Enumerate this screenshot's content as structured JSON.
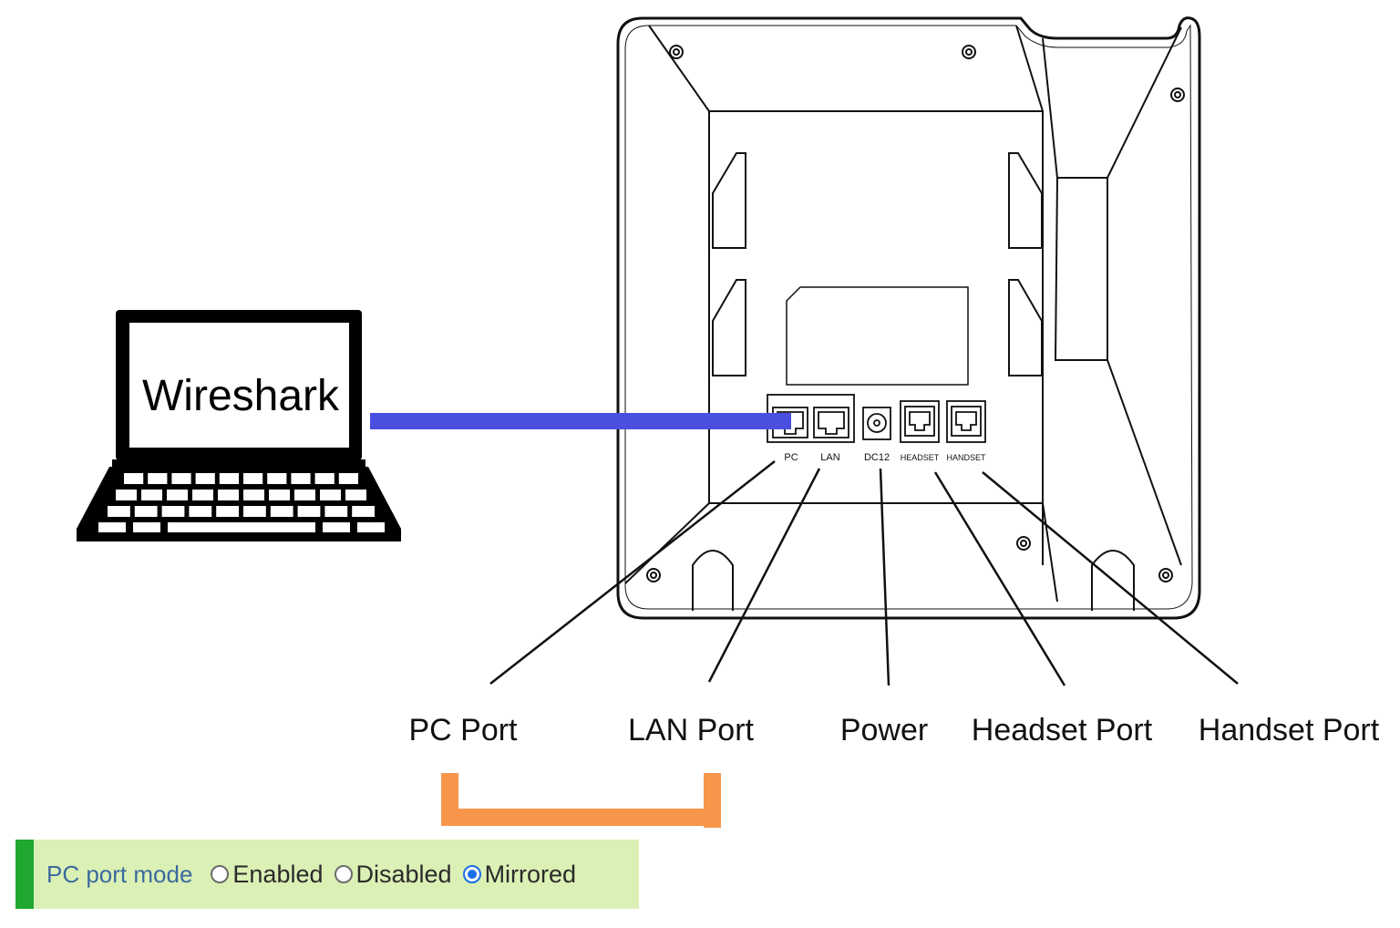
{
  "laptop": {
    "screen_text": "Wireshark"
  },
  "phone": {
    "jack_labels": [
      "PC",
      "LAN",
      "DC12",
      "HEADSET",
      "HANDSET"
    ]
  },
  "callouts": [
    "PC Port",
    "LAN Port",
    "Power",
    "Headset Port",
    "Handset Port"
  ],
  "settings": {
    "label": "PC port mode",
    "options": [
      {
        "label": "Enabled",
        "checked": false
      },
      {
        "label": "Disabled",
        "checked": false
      },
      {
        "label": "Mirrored",
        "checked": true
      }
    ]
  },
  "colors": {
    "cable": "#4b4fe0",
    "bracket": "#f7964a",
    "panel_bg": "#dbf0b5",
    "panel_accent": "#20a830"
  }
}
